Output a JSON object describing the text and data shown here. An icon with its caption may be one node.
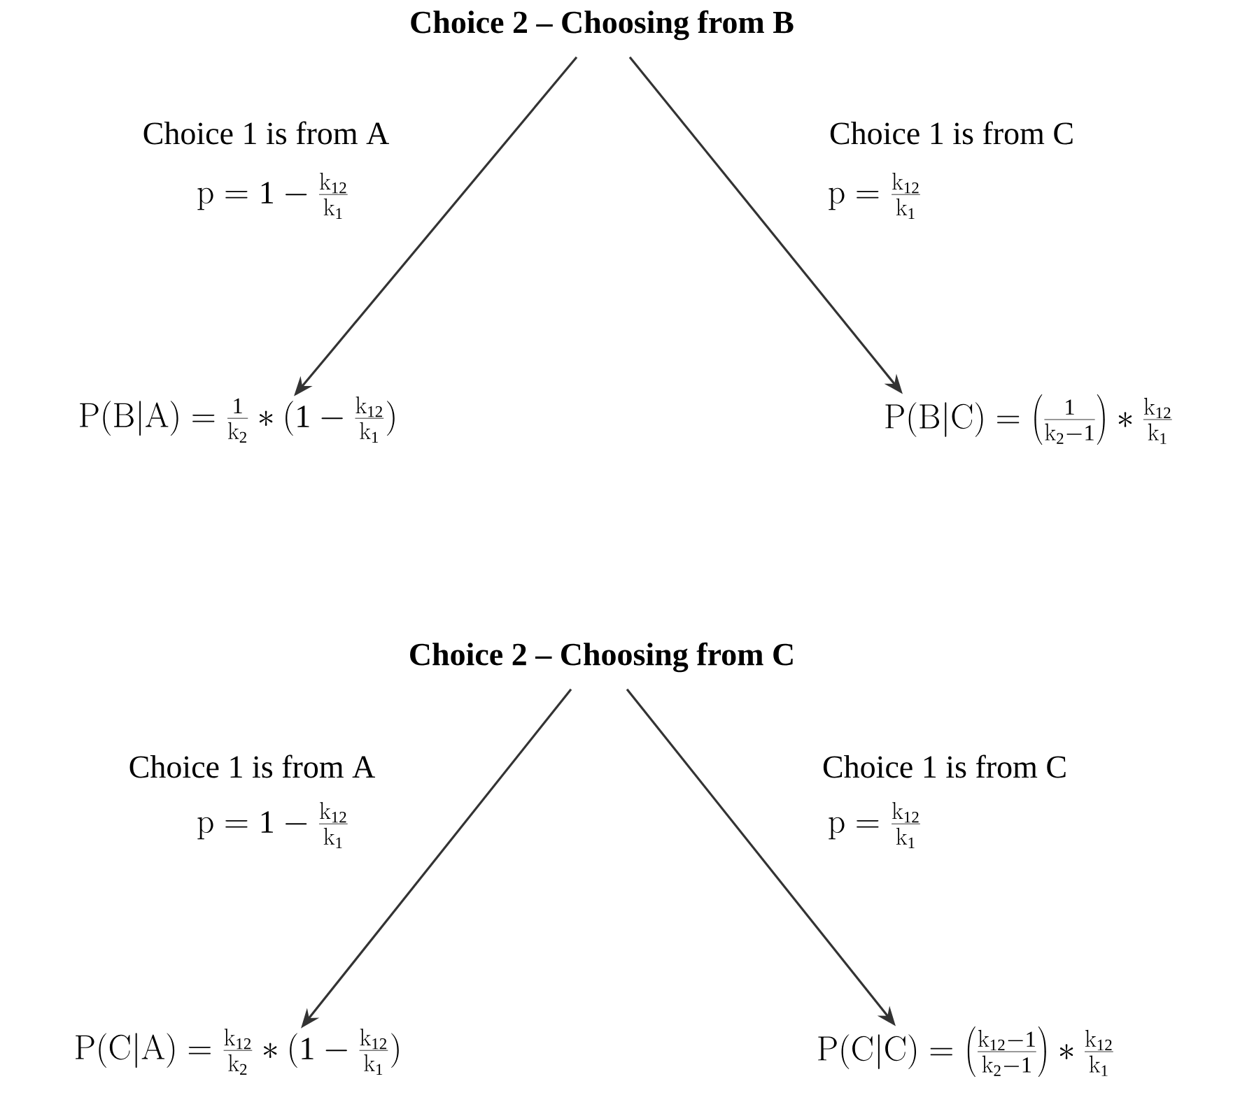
{
  "diagram": {
    "nodes": [
      {
        "text": [
          "Choice 2 – Choosing from B"
        ]
      },
      {
        "text": [
          "\\mathrm{P(B|A)} = \\frac{1}{\\mathrm{k}_2} \\ast (1 - \\frac{\\mathrm{k}_{12}}{\\mathrm{k}_1})"
        ]
      },
      {
        "text": [
          "\\mathrm{P(B|C)} = \\left(\\frac{1}{\\mathrm{k}_2 - 1}\\right) \\ast \\frac{\\mathrm{k}_{12}}{\\mathrm{k}_1}"
        ]
      },
      {
        "text": [
          "Choice 2 – Choosing from C"
        ]
      },
      {
        "text": [
          "\\mathrm{P(C|A)} = \\frac{\\mathrm{k}_{12}}{\\mathrm{k}_2} \\ast (1 - \\frac{\\mathrm{k}_{12}}{\\mathrm{k}_1})"
        ]
      },
      {
        "text": [
          "\\mathrm{P(C|C)} = \\left(\\frac{\\mathrm{k}_{12} - 1}{\\mathrm{k}_2 - 1}\\right) \\ast \\frac{\\mathrm{k}_{12}}{\\mathrm{k}_1}"
        ]
      }
    ],
    "edges": [
      {
        "from": 0,
        "to": 1,
        "arrow": "to",
        "label": "Choice 1 is from A"
      },
      {
        "from": 0,
        "to": 2,
        "arrow": "to",
        "label": "Choice 1 is from C"
      },
      {
        "from": 3,
        "to": 4,
        "arrow": "to",
        "label": "Choice 1 is from A"
      },
      {
        "from": 3,
        "to": 5,
        "arrow": "to",
        "label": "Choice 1 is from C"
      }
    ],
    "labels": [
      "\\mathrm{p} = 1 - \\frac{\\mathrm{k}_{12}}{\\mathrm{k}_1}",
      "\\mathrm{p} = \\frac{\\mathrm{k}_{12}}{\\mathrm{k}_1}",
      "\\mathrm{p} = 1 - \\frac{\\mathrm{k}_{12}}{\\mathrm{k}_1}",
      "\\mathrm{p} = \\frac{\\mathrm{k}_{12}}{\\mathrm{k}_1}"
    ]
  }
}
